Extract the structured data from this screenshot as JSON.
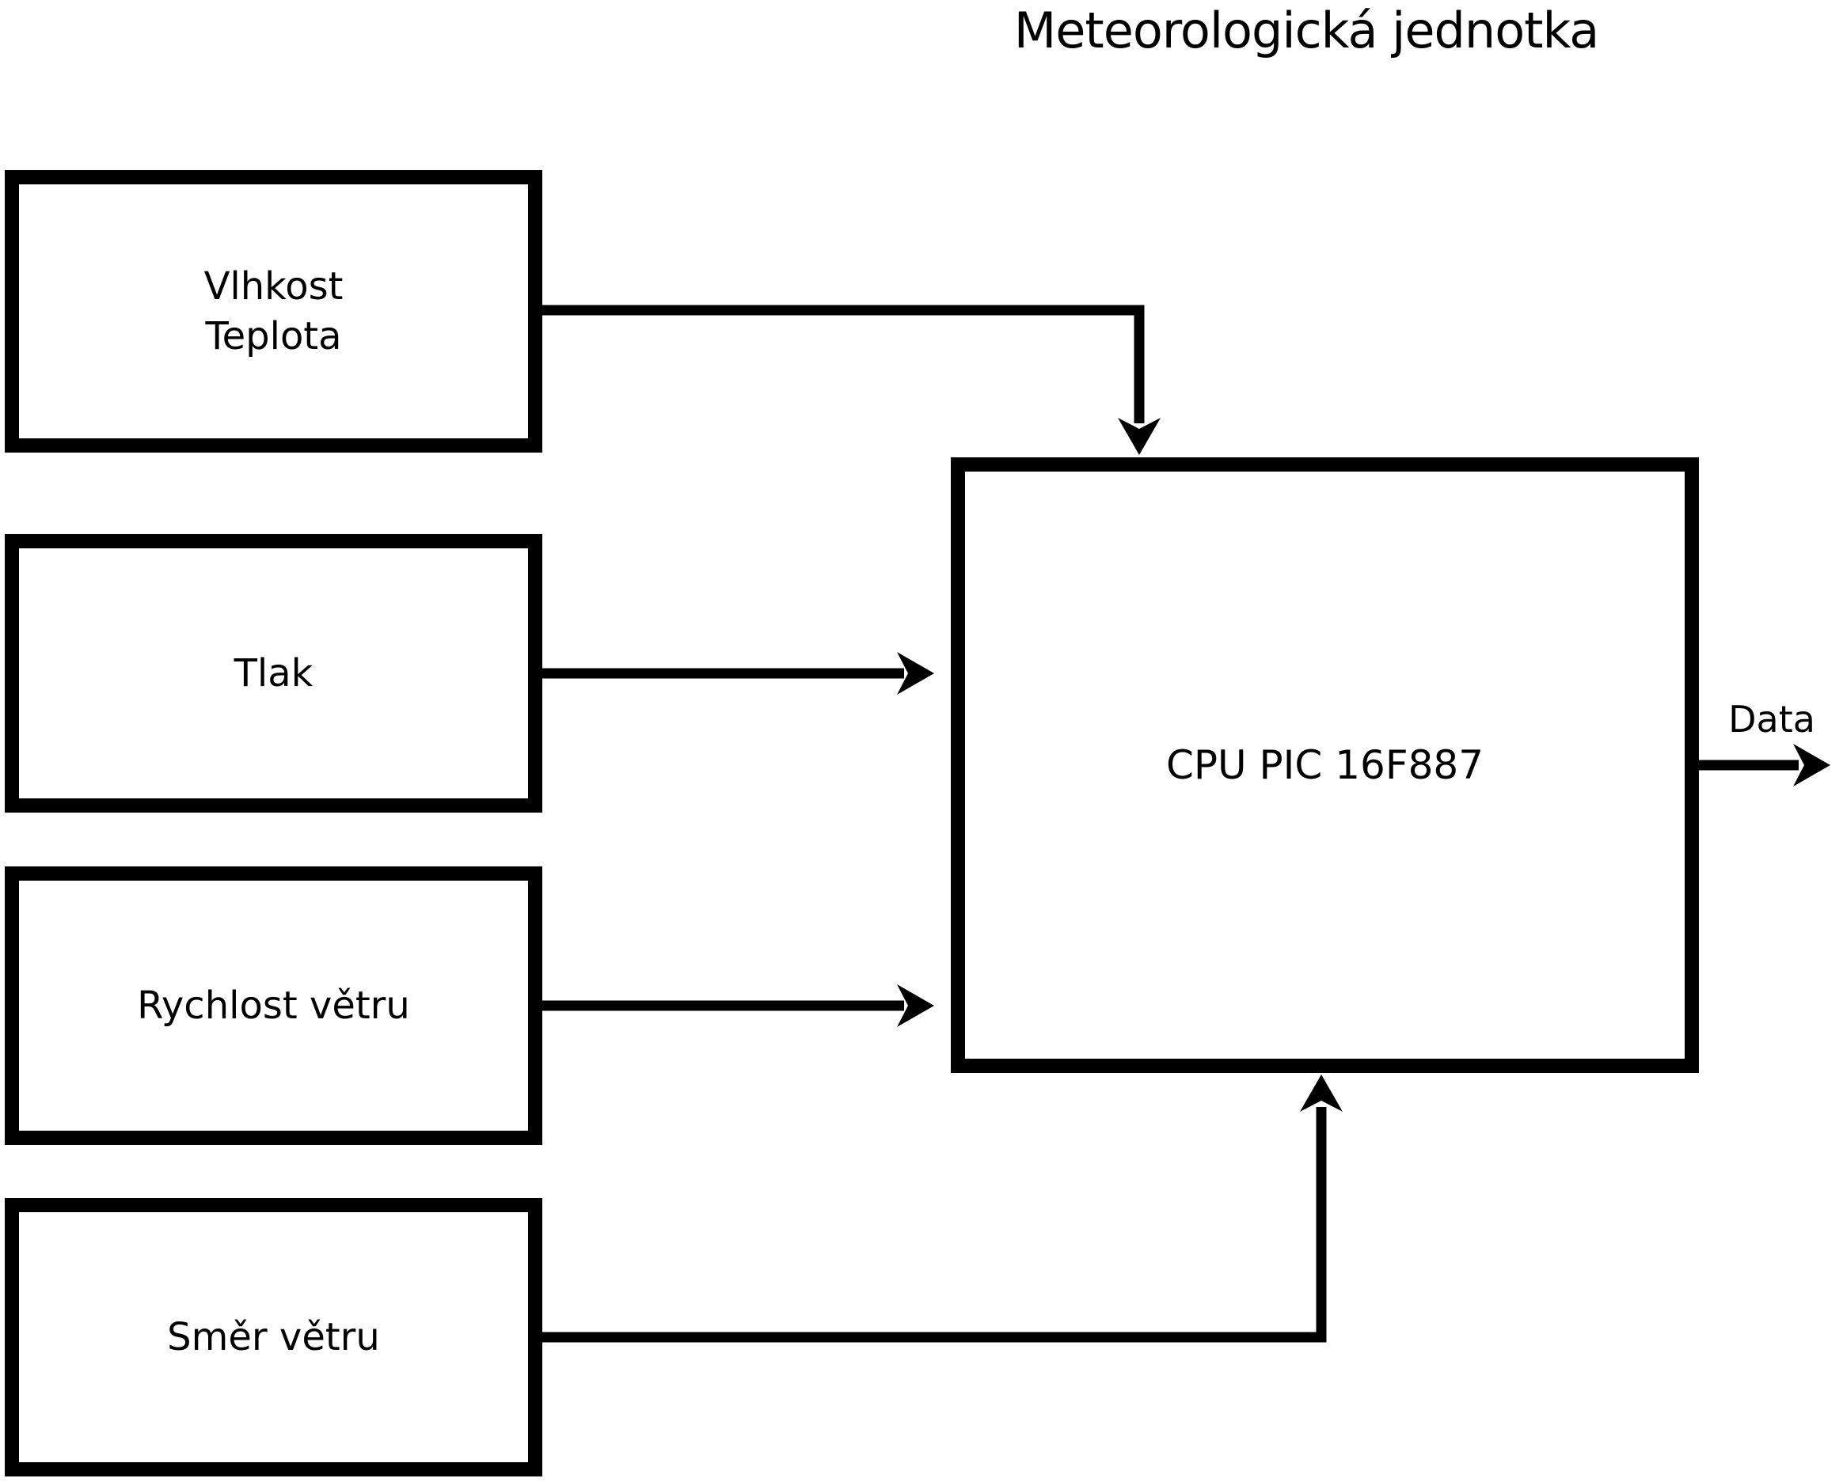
{
  "diagram": {
    "title": "Meteorologická jednotka",
    "boxes": [
      {
        "id": "humidity-temperature",
        "lines": [
          "Vlhkost",
          "Teplota"
        ]
      },
      {
        "id": "pressure",
        "lines": [
          "Tlak"
        ]
      },
      {
        "id": "wind-speed",
        "lines": [
          "Rychlost větru"
        ]
      },
      {
        "id": "wind-direction",
        "lines": [
          "Směr větru"
        ]
      }
    ],
    "cpu": {
      "label": "CPU PIC 16F887"
    },
    "output": {
      "label": "Data"
    },
    "colors": {
      "ink": "#000000",
      "background": "#ffffff"
    }
  }
}
